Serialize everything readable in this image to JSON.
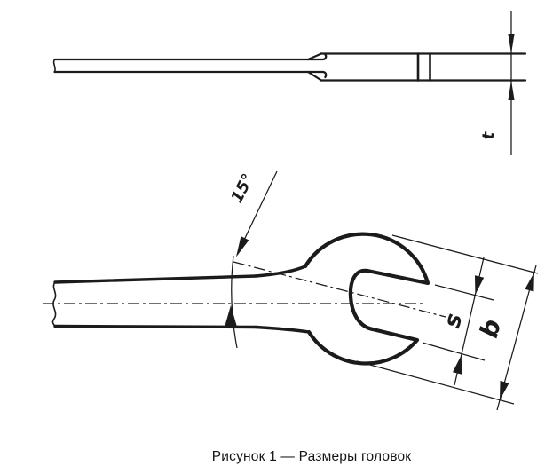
{
  "caption": "Рисунок 1 — Размеры головок",
  "dimension_labels": {
    "head_thickness": "t",
    "jaw_angle": "15°",
    "jaw_opening": "s",
    "head_width": "b"
  },
  "colors": {
    "ink": "#1b1b1b",
    "paper": "#ffffff"
  }
}
